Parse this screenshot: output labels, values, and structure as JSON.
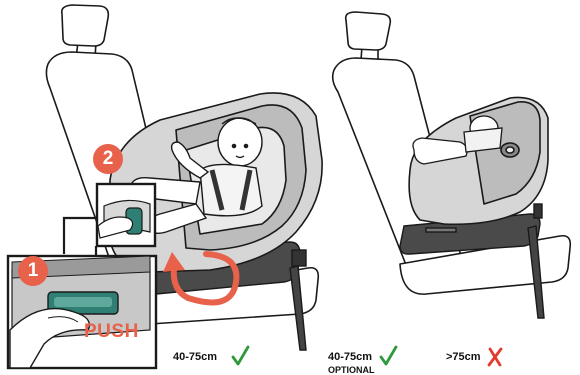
{
  "steps": [
    {
      "number": "1"
    },
    {
      "number": "2"
    }
  ],
  "push_label": "PUSH",
  "captions": {
    "left_size": "40-75cm",
    "middle_size": "40-75cm",
    "middle_note": "OPTIONAL",
    "right_size": ">75cm"
  },
  "icons": {
    "ok": "check-icon",
    "not_ok": "cross-icon",
    "rotation": "rotate-arrow-icon"
  },
  "colors": {
    "accent": "#e8614a",
    "check": "#2f9a3c",
    "cross": "#e23b2d",
    "handle": "#2f7f74",
    "seat_shell": "#d4d4d4",
    "base": "#444444"
  }
}
